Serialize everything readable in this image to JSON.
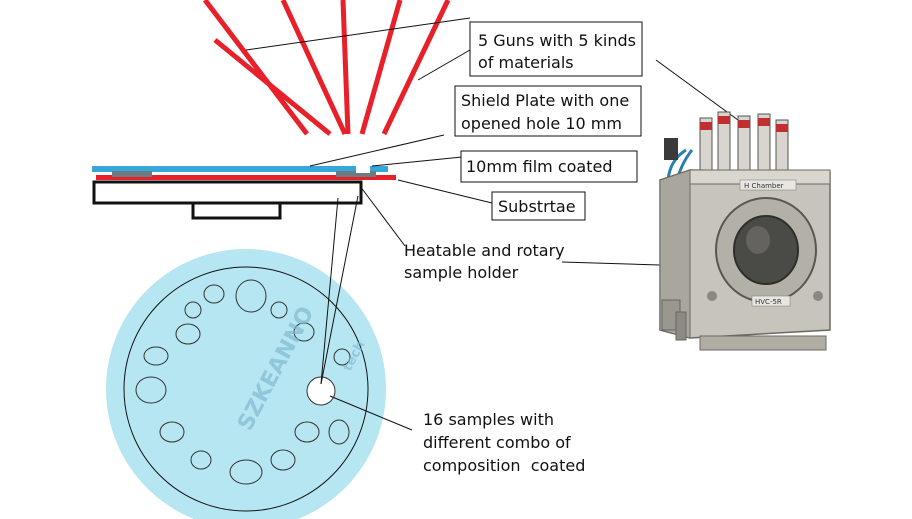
{
  "colors": {
    "ray": "#e8202a",
    "shield": "#35a8d9",
    "film": "#e8202a",
    "wafer_fill": "#b5e6f2",
    "outline": "#111111",
    "chamber": "#b9b6ad"
  },
  "labels": {
    "guns": [
      "5 Guns with 5 kinds",
      "of materials"
    ],
    "shield": [
      "Shield Plate with one",
      "opened hole 10 mm"
    ],
    "film": "10mm film coated",
    "substrate": "Substrtae",
    "holder": [
      "Heatable and rotary",
      "sample holder"
    ],
    "samples": [
      "16 samples with",
      "different combo of",
      "composition  coated"
    ]
  },
  "watermark": {
    "text": "SZKEANNO",
    "subtext": "tech"
  },
  "chamber_plates": [
    "H  Chamber",
    "HVC-5R"
  ]
}
